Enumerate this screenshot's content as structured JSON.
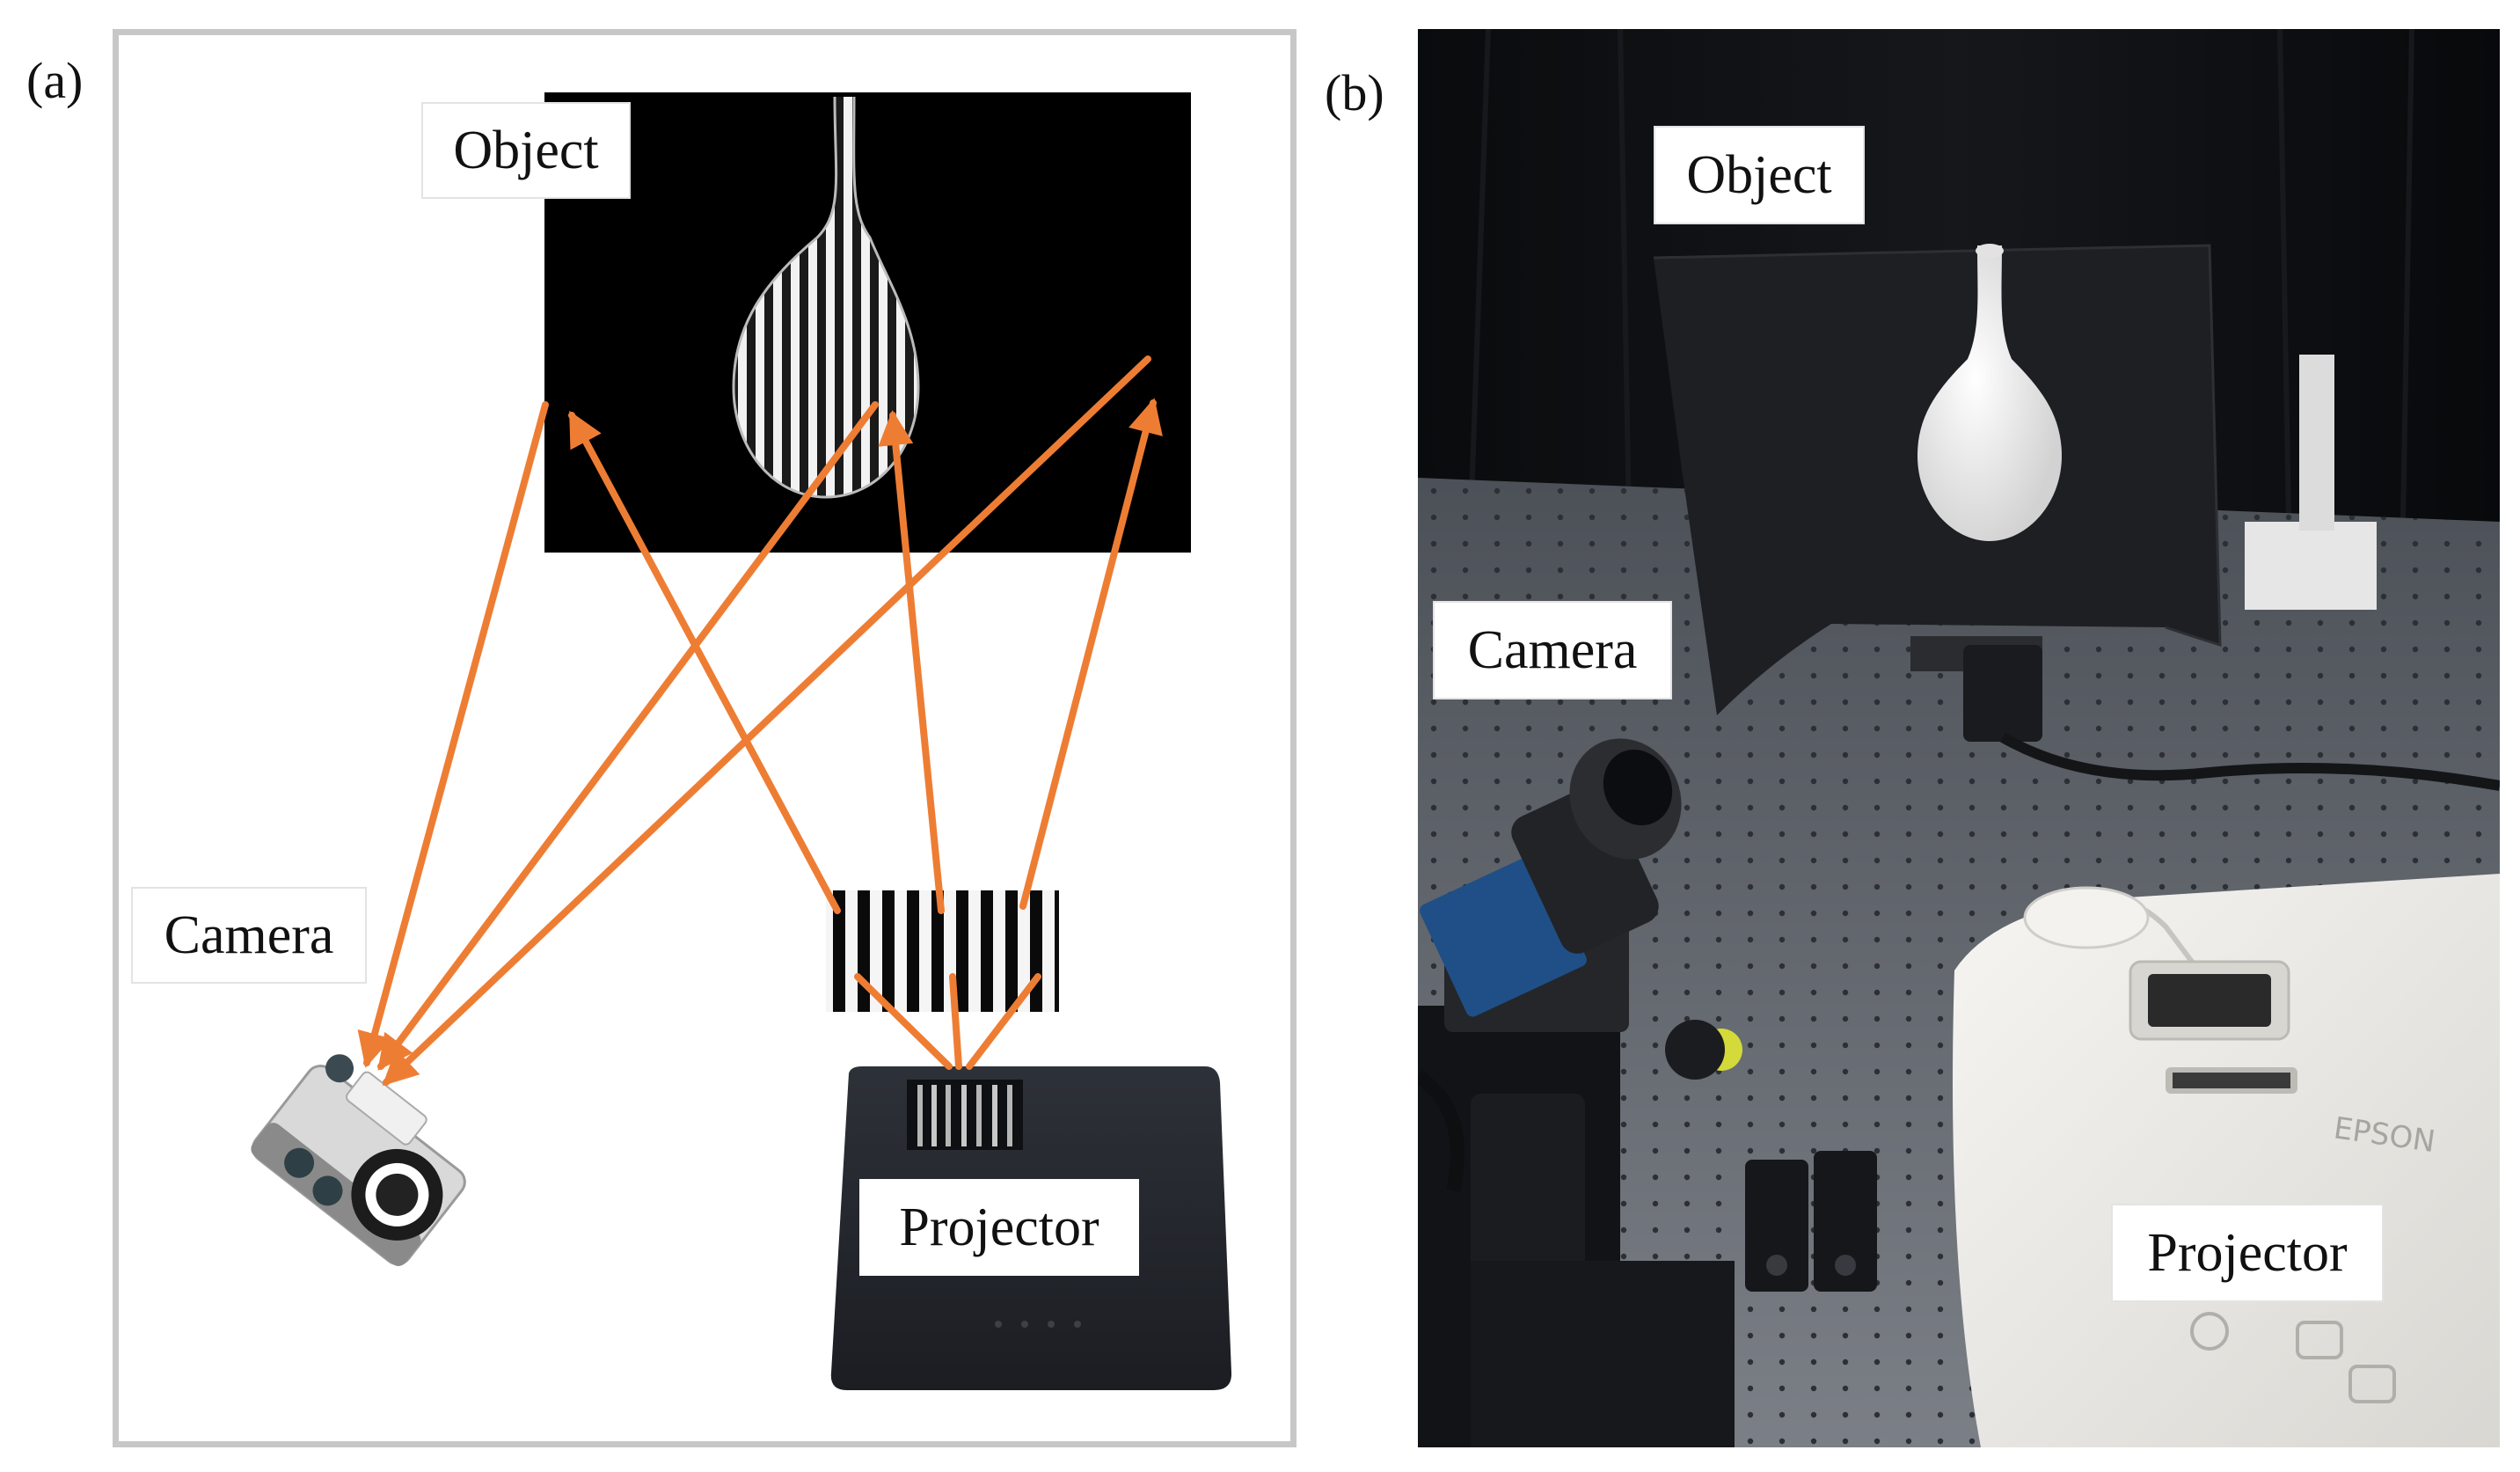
{
  "panel_a": {
    "tag": "(a)",
    "labels": {
      "object": "Object",
      "camera": "Camera",
      "projector": "Projector"
    }
  },
  "panel_b": {
    "tag": "(b)",
    "labels": {
      "object": "Object",
      "camera": "Camera",
      "projector": "Projector"
    },
    "brand": "EPSON"
  },
  "colors": {
    "ray": "#ee7d34",
    "panel_border": "#c7c7c7",
    "object_background": "#000000",
    "projector_body": "#23262c",
    "table_surface": "#6f737a",
    "curtain": "#0d0e11",
    "camera_blue": "#1f4f86",
    "projector_white": "#eceae6"
  }
}
